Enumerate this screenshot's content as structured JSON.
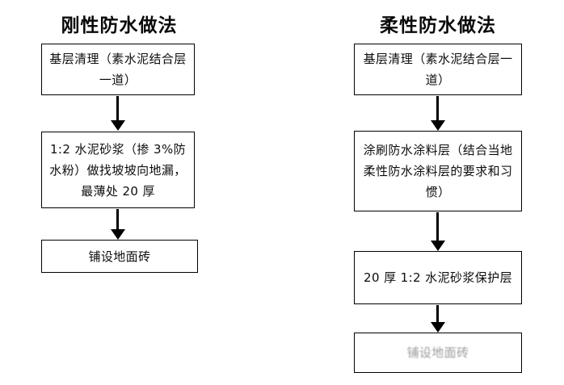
{
  "chart_data": {
    "type": "diagram",
    "diagram_kind": "flowchart",
    "title": "",
    "background_color": "#ffffff",
    "line_color": "#000000",
    "text_color": "#111111",
    "columns": [
      {
        "id": "rigid",
        "title": "刚性防水做法",
        "nodes": [
          {
            "id": "rigid-1",
            "label": "基层清理（素水泥结合层一道）"
          },
          {
            "id": "rigid-2",
            "label": "1:2 水泥砂浆（掺 3%防水粉）做找坡坡向地漏，最薄处 20 厚"
          },
          {
            "id": "rigid-3",
            "label": "铺设地面砖"
          }
        ],
        "edges": [
          {
            "from": "rigid-1",
            "to": "rigid-2",
            "marker": "arrow-down"
          },
          {
            "from": "rigid-2",
            "to": "rigid-3",
            "marker": "arrow-down"
          }
        ]
      },
      {
        "id": "flexible",
        "title": "柔性防水做法",
        "nodes": [
          {
            "id": "flex-1",
            "label": "基层清理（素水泥结合层一道）"
          },
          {
            "id": "flex-2",
            "label": "涂刷防水涂料层（结合当地柔性防水涂料层的要求和习惯）"
          },
          {
            "id": "flex-3",
            "label": "20 厚 1:2 水泥砂浆保护层"
          },
          {
            "id": "flex-4",
            "label": "铺设地面砖",
            "faded": true
          }
        ],
        "edges": [
          {
            "from": "flex-1",
            "to": "flex-2",
            "marker": "arrow-down"
          },
          {
            "from": "flex-2",
            "to": "flex-3",
            "marker": "arrow-down"
          },
          {
            "from": "flex-3",
            "to": "flex-4",
            "marker": "arrow-down"
          }
        ]
      }
    ]
  },
  "left_column": {
    "title": "刚性防水做法",
    "node_1": "基层清理（素水泥结合层一道）",
    "node_2": "1:2 水泥砂浆（掺 3%防水粉）做找坡坡向地漏，最薄处 20 厚",
    "node_3": "铺设地面砖"
  },
  "right_column": {
    "title": "柔性防水做法",
    "node_1": "基层清理（素水泥结合层一道）",
    "node_2": "涂刷防水涂料层（结合当地柔性防水涂料层的要求和习惯）",
    "node_3": "20 厚 1:2 水泥砂浆保护层",
    "node_4": "铺设地面砖"
  }
}
